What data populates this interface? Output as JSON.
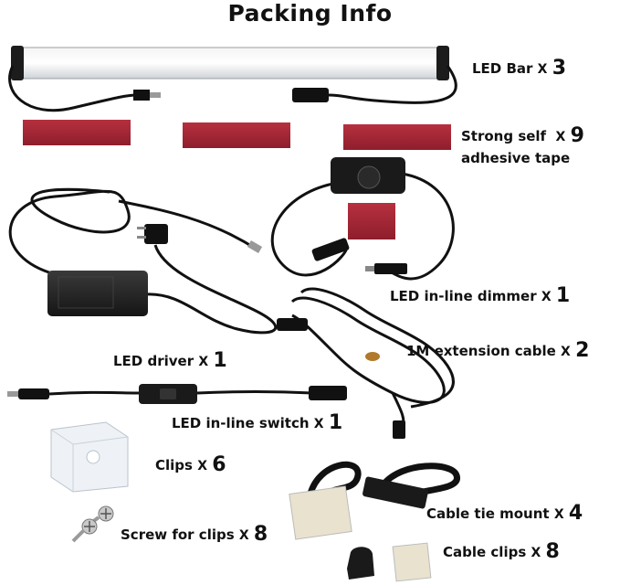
{
  "title": "Packing Info",
  "items": [
    {
      "name": "LED Bar",
      "x": "X",
      "qty": "3"
    },
    {
      "name": "Strong self",
      "name2": "adhesive tape",
      "x": "X",
      "qty": "9"
    },
    {
      "name": "LED in-line dimmer",
      "x": "X",
      "qty": "1"
    },
    {
      "name": "1M extension cable",
      "x": "X",
      "qty": "2"
    },
    {
      "name": "LED driver",
      "x": "X",
      "qty": "1"
    },
    {
      "name": "LED in-line switch",
      "x": "X",
      "qty": "1"
    },
    {
      "name": "Clips",
      "x": "X",
      "qty": "6"
    },
    {
      "name": "Cable tie mount",
      "x": "X",
      "qty": "4"
    },
    {
      "name": "Screw for clips",
      "x": "X",
      "qty": "8"
    },
    {
      "name": "Cable clips",
      "x": "X",
      "qty": "8"
    }
  ]
}
